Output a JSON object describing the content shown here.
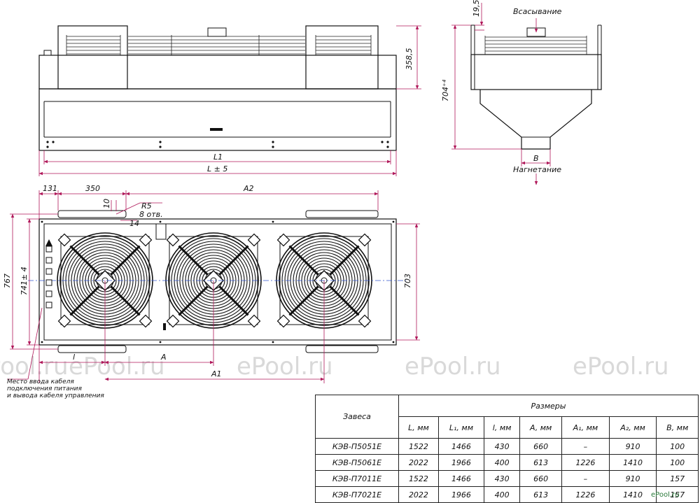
{
  "watermark": {
    "text": "ePool.ru"
  },
  "corner_logo": "ePool.ru",
  "labels": {
    "intake": "Всасывание",
    "discharge": "Нагнетание",
    "cable_note_1": "Место ввода кабеля",
    "cable_note_2": "подключения питания",
    "cable_note_3": "и вывода кабеля управления",
    "holes_radius": "R5",
    "holes_count": "8 отв."
  },
  "dimensions": {
    "front_height": "358,5",
    "L1": "L1",
    "L_tol": "L ± 5",
    "side_gap": "19,5",
    "side_height": "704⁺⁴",
    "B": "B",
    "d131": "131",
    "d350": "350",
    "A2": "A2",
    "d10": "10",
    "d14": "14",
    "d767": "767",
    "d741": "741± 4",
    "d703": "703",
    "l": "l",
    "A": "A",
    "A1": "A1"
  },
  "table": {
    "col_model": "Завеса",
    "col_group": "Размеры",
    "columns": [
      "L, мм",
      "L₁, мм",
      "l, мм",
      "A, мм",
      "A₁, мм",
      "A₂, мм",
      "B, мм"
    ],
    "rows": [
      {
        "model": "КЭВ-П5051Е",
        "values": [
          "1522",
          "1466",
          "430",
          "660",
          "–",
          "910",
          "100"
        ]
      },
      {
        "model": "КЭВ-П5061Е",
        "values": [
          "2022",
          "1966",
          "400",
          "613",
          "1226",
          "1410",
          "100"
        ]
      },
      {
        "model": "КЭВ-П7011Е",
        "values": [
          "1522",
          "1466",
          "430",
          "660",
          "–",
          "910",
          "157"
        ]
      },
      {
        "model": "КЭВ-П7021Е",
        "values": [
          "2022",
          "1966",
          "400",
          "613",
          "1226",
          "1410",
          "157"
        ]
      }
    ]
  }
}
